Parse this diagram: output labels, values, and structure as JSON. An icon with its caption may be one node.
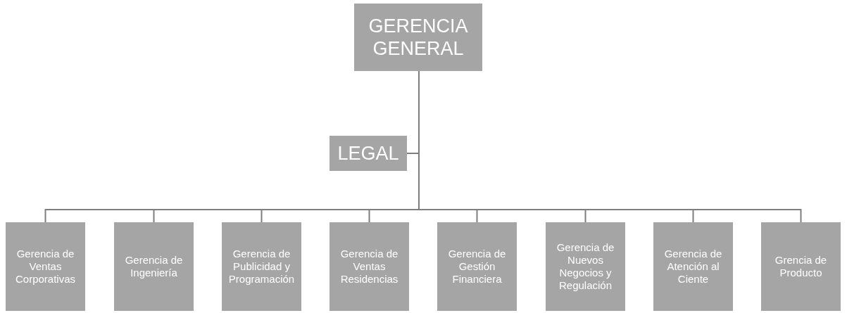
{
  "diagram": {
    "nodes": [
      {
        "text": [
          "GERENCIA GENERAL"
        ]
      },
      {
        "text": [
          "LEGAL"
        ]
      },
      {
        "text": [
          "Gerencia de Ventas Corporativas"
        ]
      },
      {
        "text": [
          "Gerencia de Ingeniería"
        ]
      },
      {
        "text": [
          "Gerencia de Publicidad y Programación"
        ]
      },
      {
        "text": [
          "Gerencia de Ventas Residencias"
        ]
      },
      {
        "text": [
          "Gerencia de Gestión Financiera"
        ]
      },
      {
        "text": [
          "Gerencia de Nuevos Negocios y Regulación"
        ]
      },
      {
        "text": [
          "Gerencia de Atención al Ciente"
        ]
      },
      {
        "text": [
          "Grencia de Producto"
        ]
      }
    ],
    "edges": [
      {
        "from": 0,
        "to": 1,
        "arrow": "none"
      },
      {
        "from": 0,
        "to": 2,
        "arrow": "none"
      },
      {
        "from": 0,
        "to": 3,
        "arrow": "none"
      },
      {
        "from": 0,
        "to": 4,
        "arrow": "none"
      },
      {
        "from": 0,
        "to": 5,
        "arrow": "none"
      },
      {
        "from": 0,
        "to": 6,
        "arrow": "none"
      },
      {
        "from": 0,
        "to": 7,
        "arrow": "none"
      },
      {
        "from": 0,
        "to": 8,
        "arrow": "none"
      },
      {
        "from": 0,
        "to": 9,
        "arrow": "none"
      }
    ]
  }
}
